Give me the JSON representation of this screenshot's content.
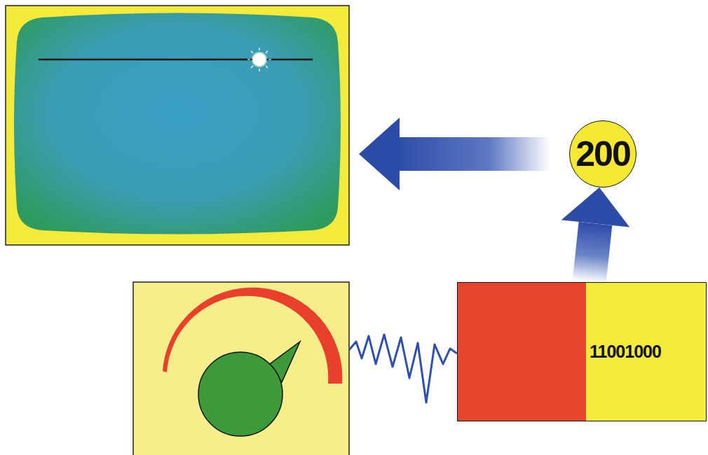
{
  "diagram": {
    "nodes": [
      {
        "text": [
          "200"
        ]
      },
      {
        "text": [
          "11001000"
        ]
      }
    ],
    "edges": [
      {
        "from": 1,
        "to": 0,
        "arrow": "to"
      }
    ]
  }
}
